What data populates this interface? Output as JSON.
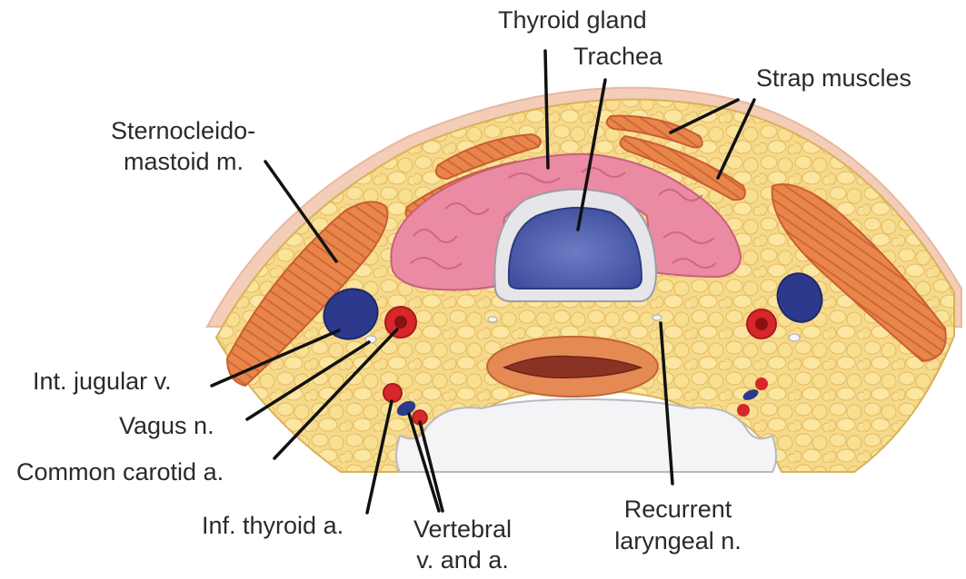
{
  "labels": {
    "thyroid_gland": "Thyroid gland",
    "trachea": "Trachea",
    "strap_muscles": "Strap muscles",
    "scm_line1": "Sternocleido-",
    "scm_line2": "mastoid m.",
    "int_jugular": "Int. jugular v.",
    "vagus": "Vagus n.",
    "common_carotid": "Common carotid a.",
    "inf_thyroid": "Inf. thyroid a.",
    "vertebral_line1": "Vertebral",
    "vertebral_line2": "v. and a.",
    "recurrent_line1": "Recurrent",
    "recurrent_line2": "laryngeal n."
  },
  "colors": {
    "fat": "#f6d98a",
    "muscle": "#e8864a",
    "thyroid": "#ea8aa3",
    "trachea_lumen": "#5566b0",
    "cartilage": "#e6e6ea",
    "vein": "#2d3a8c",
    "artery": "#d8262b",
    "esophagus": "#e58a55",
    "skin": "#f0c7b0",
    "leader_line": "#111111"
  }
}
